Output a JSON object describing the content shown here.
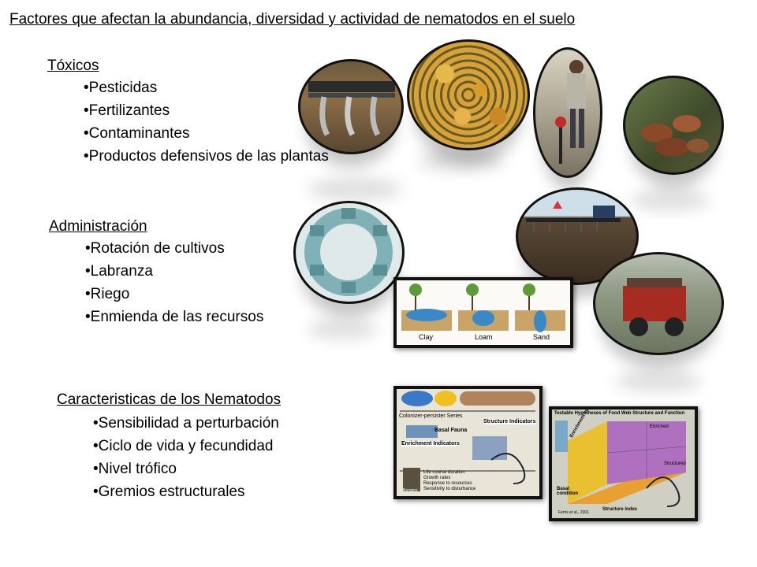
{
  "title": "Factores que afectan la abundancia, diversidad y actividad de nematodos en el suelo",
  "sections": [
    {
      "heading": "Tóxicos",
      "items": [
        "Pesticidas",
        "Fertilizantes",
        "Contaminantes",
        "Productos defensivos de las plantas"
      ]
    },
    {
      "heading": "Administración",
      "items": [
        "Rotación de cultivos",
        "Labranza",
        "Riego",
        "Enmienda de las recursos"
      ]
    },
    {
      "heading": "Caracteristicas de los Nematodos",
      "items": [
        "Sensibilidad a perturbación",
        "Ciclo de vida y fecundidad",
        "Nivel trófico",
        "Gremios estructurales"
      ]
    }
  ],
  "soil_diagram": {
    "labels": [
      "Clay",
      "Loam",
      "Sand"
    ]
  },
  "indicator_diagram": {
    "labels": [
      "Colonizer-persister Series",
      "Basal Fauna",
      "Structure Indicators",
      "Enrichment Indicators",
      "Life course duration",
      "Growth rates",
      "Response to resources",
      "Sensitivity to disturbance",
      "Bongers"
    ]
  },
  "foodweb_diagram": {
    "title": "Testable Hypotheses of Food Web Structure and Function",
    "axis_x": "Structure index",
    "axis_y": "Enrichment index",
    "corner_labels": [
      "Enriched",
      "Structured",
      "Basal condition"
    ],
    "credit": "Ferris et al., 2001"
  },
  "colors": {
    "text": "#000000",
    "frame": "#111111",
    "background": "#ffffff"
  }
}
